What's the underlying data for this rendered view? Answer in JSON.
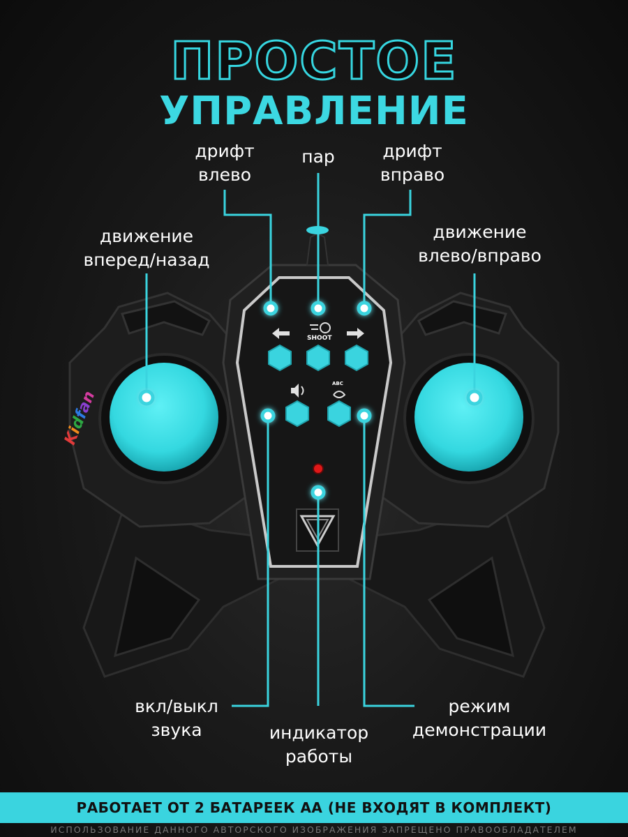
{
  "title": {
    "line1": "ПРОСТОЕ",
    "line2": "УПРАВЛЕНИЕ"
  },
  "labels": {
    "drift_left": [
      "дрифт",
      "влево"
    ],
    "steam": "пар",
    "drift_right": [
      "дрифт",
      "вправо"
    ],
    "forward_back": [
      "движение",
      "вперед/назад"
    ],
    "left_right": [
      "движение",
      "влево/вправо"
    ],
    "sound": [
      "вкл/выкл",
      "звука"
    ],
    "indicator": [
      "индикатор",
      "работы"
    ],
    "demo": [
      "режим",
      "демонстрации"
    ]
  },
  "remote": {
    "shoot_label": "SHOOT",
    "abc_label": "ABC"
  },
  "brand": {
    "text": "Kidfan"
  },
  "footer": {
    "battery_note": "РАБОТАЕТ ОТ 2 БАТАРЕЕК АА (НЕ ВХОДЯТ В КОМПЛЕКТ)",
    "copyright": "ИСПОЛЬЗОВАНИЕ ДАННОГО АВТОРСКОГО ИЗОБРАЖЕНИЯ ЗАПРЕЩЕНО ПРАВООБЛАДАТЕЛЕМ"
  },
  "colors": {
    "accent": "#3ad4df",
    "background": "#1a1a1a",
    "remote_body": "#1f1f1f",
    "led": "#e01818"
  }
}
